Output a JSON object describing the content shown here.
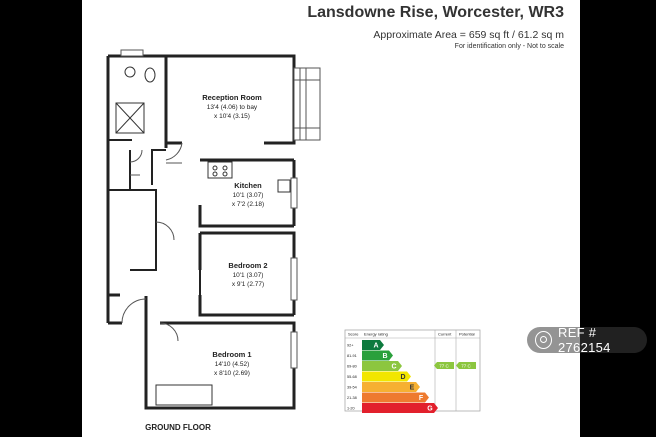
{
  "header": {
    "title": "Lansdowne Rise, Worcester, WR3",
    "area": "Approximate Area = 659 sq ft / 61.2 sq m",
    "note": "For identification only - Not to scale"
  },
  "rooms": {
    "reception": {
      "name": "Reception Room",
      "dim1": "13'4 (4.06) to bay",
      "dim2": "x 10'4 (3.15)"
    },
    "kitchen": {
      "name": "Kitchen",
      "dim1": "10'1 (3.07)",
      "dim2": "x 7'2 (2.18)"
    },
    "bedroom2": {
      "name": "Bedroom 2",
      "dim1": "10'1 (3.07)",
      "dim2": "x 9'1 (2.77)"
    },
    "bedroom1": {
      "name": "Bedroom 1",
      "dim1": "14'10 (4.52)",
      "dim2": "x 8'10 (2.69)"
    }
  },
  "floor_label": "GROUND FLOOR",
  "epc": {
    "headers": {
      "score": "Score",
      "rating": "Energy rating",
      "current": "Current",
      "potential": "Potential"
    },
    "bands": [
      {
        "score": "92+",
        "letter": "A",
        "color": "#0c7a3e"
      },
      {
        "score": "81-91",
        "letter": "B",
        "color": "#2aa03c"
      },
      {
        "score": "69-80",
        "letter": "C",
        "color": "#8cc63f"
      },
      {
        "score": "55-68",
        "letter": "D",
        "color": "#f2e600"
      },
      {
        "score": "39-54",
        "letter": "E",
        "color": "#f6b032"
      },
      {
        "score": "21-38",
        "letter": "F",
        "color": "#ee7a2f"
      },
      {
        "score": "1-20",
        "letter": "G",
        "color": "#e2202c"
      }
    ],
    "current": "77 C",
    "potential": "77 C",
    "arrow_color": "#8cc63f"
  },
  "watermark": {
    "ref": "REF # 2762154"
  }
}
